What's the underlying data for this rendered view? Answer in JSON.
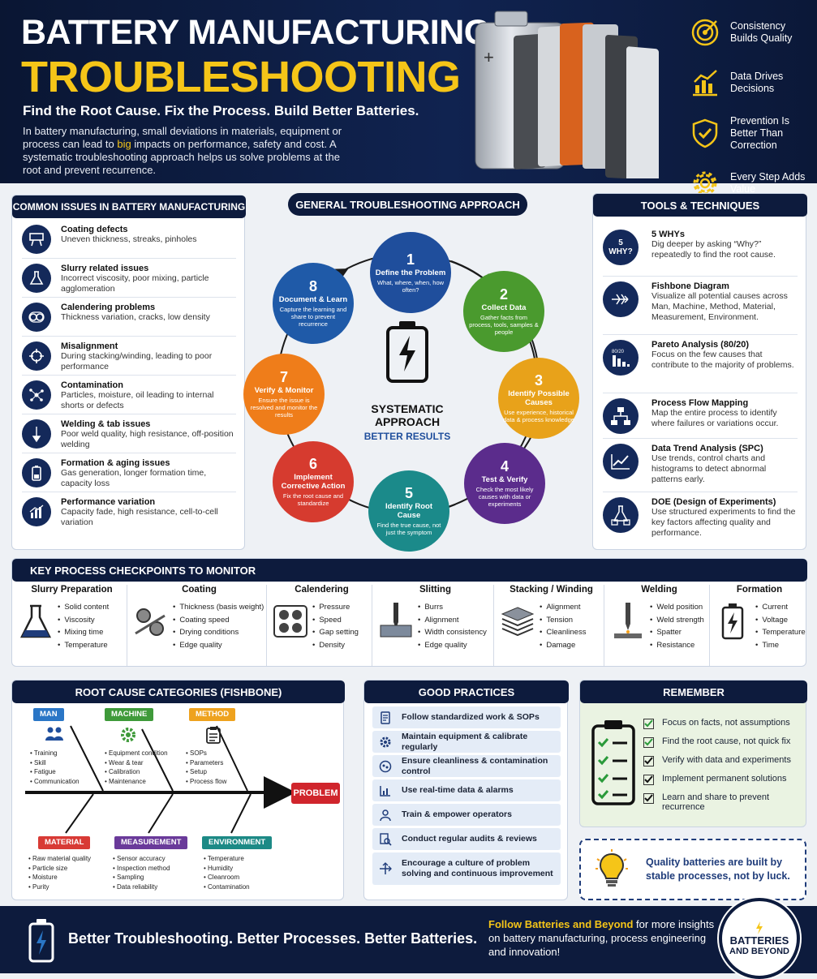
{
  "header": {
    "title_line1": "BATTERY MANUFACTURING",
    "title_line2": "TROUBLESHOOTING",
    "tagline": "Find the Root Cause. Fix the Process. Build Better Batteries.",
    "intro_part1": "In battery manufacturing, small deviations in materials, equipment or process can lead to ",
    "intro_highlight": "big",
    "intro_part2": " impacts on performance, safety and cost. A systematic troubleshooting approach helps us solve problems at the root and prevent recurrence.",
    "principles": [
      {
        "icon": "target-icon",
        "label": "Consistency Builds Quality"
      },
      {
        "icon": "chart-icon",
        "label": "Data Drives Decisions"
      },
      {
        "icon": "shield-check-icon",
        "label": "Prevention Is Better Than Correction"
      },
      {
        "icon": "gear-icon",
        "label": "Every Step Adds Value"
      }
    ]
  },
  "common_issues": {
    "title": "COMMON ISSUES IN BATTERY MANUFACTURING",
    "items": [
      {
        "name": "Coating defects",
        "desc": "Uneven thickness, streaks, pinholes",
        "icon": "coating-icon"
      },
      {
        "name": "Slurry related issues",
        "desc": "Incorrect viscosity, poor mixing, particle agglomeration",
        "icon": "flask-icon"
      },
      {
        "name": "Calendering problems",
        "desc": "Thickness variation, cracks, low density",
        "icon": "rollers-icon"
      },
      {
        "name": "Misalignment",
        "desc": "During stacking/winding, leading to poor performance",
        "icon": "crosshair-icon"
      },
      {
        "name": "Contamination",
        "desc": "Particles, moisture, oil leading to internal shorts or defects",
        "icon": "particles-icon"
      },
      {
        "name": "Welding & tab issues",
        "desc": "Poor weld quality, high resistance, off-position welding",
        "icon": "weld-icon"
      },
      {
        "name": "Formation & aging issues",
        "desc": "Gas generation, longer formation time, capacity loss",
        "icon": "battery-icon"
      },
      {
        "name": "Performance variation",
        "desc": "Capacity fade, high resistance, cell-to-cell variation",
        "icon": "bar-chart-icon"
      }
    ]
  },
  "approach": {
    "title": "GENERAL TROUBLESHOOTING APPROACH",
    "center_line1": "SYSTEMATIC",
    "center_line2": "APPROACH",
    "center_line3": "BETTER RESULTS",
    "steps": [
      {
        "num": "1",
        "title": "Define the Problem",
        "desc": "What, where, when, how often?",
        "color": "#1f4e9c"
      },
      {
        "num": "2",
        "title": "Collect Data",
        "desc": "Gather facts from process, tools, samples & people",
        "color": "#4a9a2e"
      },
      {
        "num": "3",
        "title": "Identify Possible Causes",
        "desc": "Use experience, historical data & process knowledge",
        "color": "#e8a21a"
      },
      {
        "num": "4",
        "title": "Test & Verify",
        "desc": "Check the most likely causes with data or experiments",
        "color": "#5b2c8c"
      },
      {
        "num": "5",
        "title": "Identify Root Cause",
        "desc": "Find the true cause, not just the symptom",
        "color": "#1b8a8a"
      },
      {
        "num": "6",
        "title": "Implement Corrective Action",
        "desc": "Fix the root cause and standardize",
        "color": "#d63b2f"
      },
      {
        "num": "7",
        "title": "Verify & Monitor",
        "desc": "Ensure the issue is resolved and monitor the results",
        "color": "#ef7d1a"
      },
      {
        "num": "8",
        "title": "Document & Learn",
        "desc": "Capture the learning and share to prevent recurrence",
        "color": "#1f5aa8"
      }
    ]
  },
  "tools": {
    "title": "TOOLS & TECHNIQUES",
    "items": [
      {
        "name": "5 WHYs",
        "desc": "Dig deeper by asking “Why?” repeatedly to find the root cause.",
        "badge": "5 WHY?"
      },
      {
        "name": "Fishbone Diagram",
        "desc": "Visualize all potential causes across Man, Machine, Method, Material, Measurement, Environment.",
        "badge": ""
      },
      {
        "name": "Pareto Analysis (80/20)",
        "desc": "Focus on the few causes that contribute to the majority of problems.",
        "badge": "80/20"
      },
      {
        "name": "Process Flow Mapping",
        "desc": "Map the entire process to identify where failures or variations occur.",
        "badge": ""
      },
      {
        "name": "Data Trend Analysis (SPC)",
        "desc": "Use trends, control charts and histograms to detect abnormal patterns early.",
        "badge": ""
      },
      {
        "name": "DOE (Design of Experiments)",
        "desc": "Use structured experiments to find the key factors affecting quality and performance.",
        "badge": ""
      }
    ]
  },
  "checkpoints": {
    "title": "KEY PROCESS CHECKPOINTS TO MONITOR",
    "items": [
      {
        "name": "Slurry Preparation",
        "icon": "beaker-icon",
        "points": [
          "Solid content",
          "Viscosity",
          "Mixing time",
          "Temperature"
        ]
      },
      {
        "name": "Coating",
        "icon": "coater-icon",
        "points": [
          "Thickness (basis weight)",
          "Coating speed",
          "Drying conditions",
          "Edge quality"
        ]
      },
      {
        "name": "Calendering",
        "icon": "calender-icon",
        "points": [
          "Pressure",
          "Speed",
          "Gap setting",
          "Density"
        ]
      },
      {
        "name": "Slitting",
        "icon": "slitter-icon",
        "points": [
          "Burrs",
          "Alignment",
          "Width consistency",
          "Edge quality"
        ]
      },
      {
        "name": "Stacking / Winding",
        "icon": "stack-icon",
        "points": [
          "Alignment",
          "Tension",
          "Cleanliness",
          "Damage"
        ]
      },
      {
        "name": "Welding",
        "icon": "welder-icon",
        "points": [
          "Weld position",
          "Weld strength",
          "Spatter",
          "Resistance"
        ]
      },
      {
        "name": "Formation",
        "icon": "charge-icon",
        "points": [
          "Current",
          "Voltage",
          "Temperature",
          "Time"
        ]
      }
    ]
  },
  "fishbone": {
    "title": "ROOT CAUSE CATEGORIES (FISHBONE)",
    "problem": "PROBLEM",
    "top": [
      {
        "name": "MAN",
        "color": "#2a76c6",
        "items": [
          "Training",
          "Skill",
          "Fatigue",
          "Communication"
        ]
      },
      {
        "name": "MACHINE",
        "color": "#3f9a3a",
        "items": [
          "Equipment condition",
          "Wear & tear",
          "Calibration",
          "Maintenance"
        ]
      },
      {
        "name": "METHOD",
        "color": "#eea21e",
        "items": [
          "SOPs",
          "Parameters",
          "Setup",
          "Process flow"
        ]
      }
    ],
    "bottom": [
      {
        "name": "MATERIAL",
        "color": "#d83a35",
        "items": [
          "Raw material quality",
          "Particle size",
          "Moisture",
          "Purity"
        ]
      },
      {
        "name": "MEASUREMENT",
        "color": "#6a3a9a",
        "items": [
          "Sensor accuracy",
          "Inspection method",
          "Sampling",
          "Data reliability"
        ]
      },
      {
        "name": "ENVIRONMENT",
        "color": "#1d8a86",
        "items": [
          "Temperature",
          "Humidity",
          "Cleanroom",
          "Contamination"
        ]
      }
    ]
  },
  "practices": {
    "title": "GOOD PRACTICES",
    "items": [
      "Follow standardized work & SOPs",
      "Maintain equipment & calibrate regularly",
      "Ensure cleanliness & contamination control",
      "Use real-time data & alarms",
      "Train & empower operators",
      "Conduct regular audits & reviews",
      "Encourage a culture of problem solving and continuous improvement"
    ]
  },
  "remember": {
    "title": "REMEMBER",
    "items": [
      "Focus on facts, not assumptions",
      "Find the root cause, not quick fix",
      "Verify with data and experiments",
      "Implement permanent solutions",
      "Learn and share to prevent recurrence"
    ],
    "quote": "Quality batteries are built by stable processes, not by luck."
  },
  "footer": {
    "slogan": "Better Troubleshooting. Better Processes. Better Batteries.",
    "follow_brand": "Follow Batteries and Beyond",
    "follow_rest": " for more insights on battery manufacturing, process engineering and innovation!",
    "logo_line1": "BATTERIES",
    "logo_line2": "AND BEYOND"
  },
  "colors": {
    "navy": "#0d1b3d",
    "accent": "#f5c518",
    "problem": "#d0252c"
  }
}
